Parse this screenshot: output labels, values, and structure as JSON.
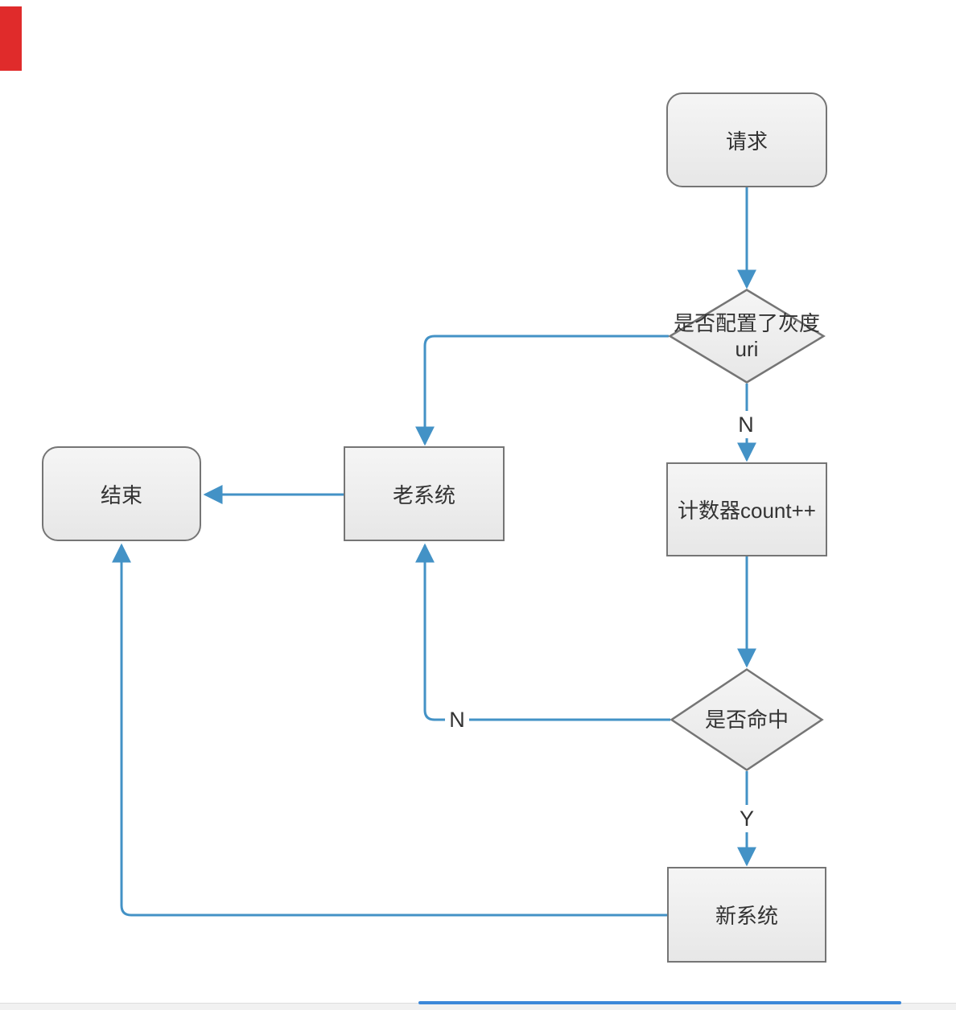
{
  "diagram": {
    "title": "grayscale routing flowchart",
    "nodes": {
      "start": {
        "label": "请求",
        "shape": "rounded-rectangle"
      },
      "decision_gray_uri": {
        "label_line1": "是否配置了灰度",
        "label_line2": "uri",
        "shape": "diamond"
      },
      "counter": {
        "label": "计数器count++",
        "shape": "rectangle"
      },
      "old_system": {
        "label": "老系统",
        "shape": "rectangle"
      },
      "end": {
        "label": "结束",
        "shape": "rounded-rectangle"
      },
      "decision_hit": {
        "label": "是否命中",
        "shape": "diamond"
      },
      "new_system": {
        "label": "新系统",
        "shape": "rectangle"
      }
    },
    "edge_labels": {
      "uri_no": "N",
      "hit_no": "N",
      "hit_yes": "Y"
    },
    "edges": [
      {
        "from": "start",
        "to": "decision_gray_uri"
      },
      {
        "from": "decision_gray_uri",
        "to": "old_system"
      },
      {
        "from": "decision_gray_uri",
        "to": "counter",
        "label": "N"
      },
      {
        "from": "counter",
        "to": "decision_hit"
      },
      {
        "from": "decision_hit",
        "to": "old_system",
        "label": "N"
      },
      {
        "from": "decision_hit",
        "to": "new_system",
        "label": "Y"
      },
      {
        "from": "old_system",
        "to": "end"
      },
      {
        "from": "new_system",
        "to": "end"
      }
    ]
  },
  "colors": {
    "edge_blue": "#4392c6",
    "node_border": "#757575",
    "node_fill_top": "#f5f5f5",
    "node_fill_bottom": "#e7e7e7",
    "text": "#333333",
    "record_red": "#e02b2b",
    "scrollbar_thumb_blue": "#3b87d8",
    "scrollbar_track_gray": "#f1f1f1"
  }
}
